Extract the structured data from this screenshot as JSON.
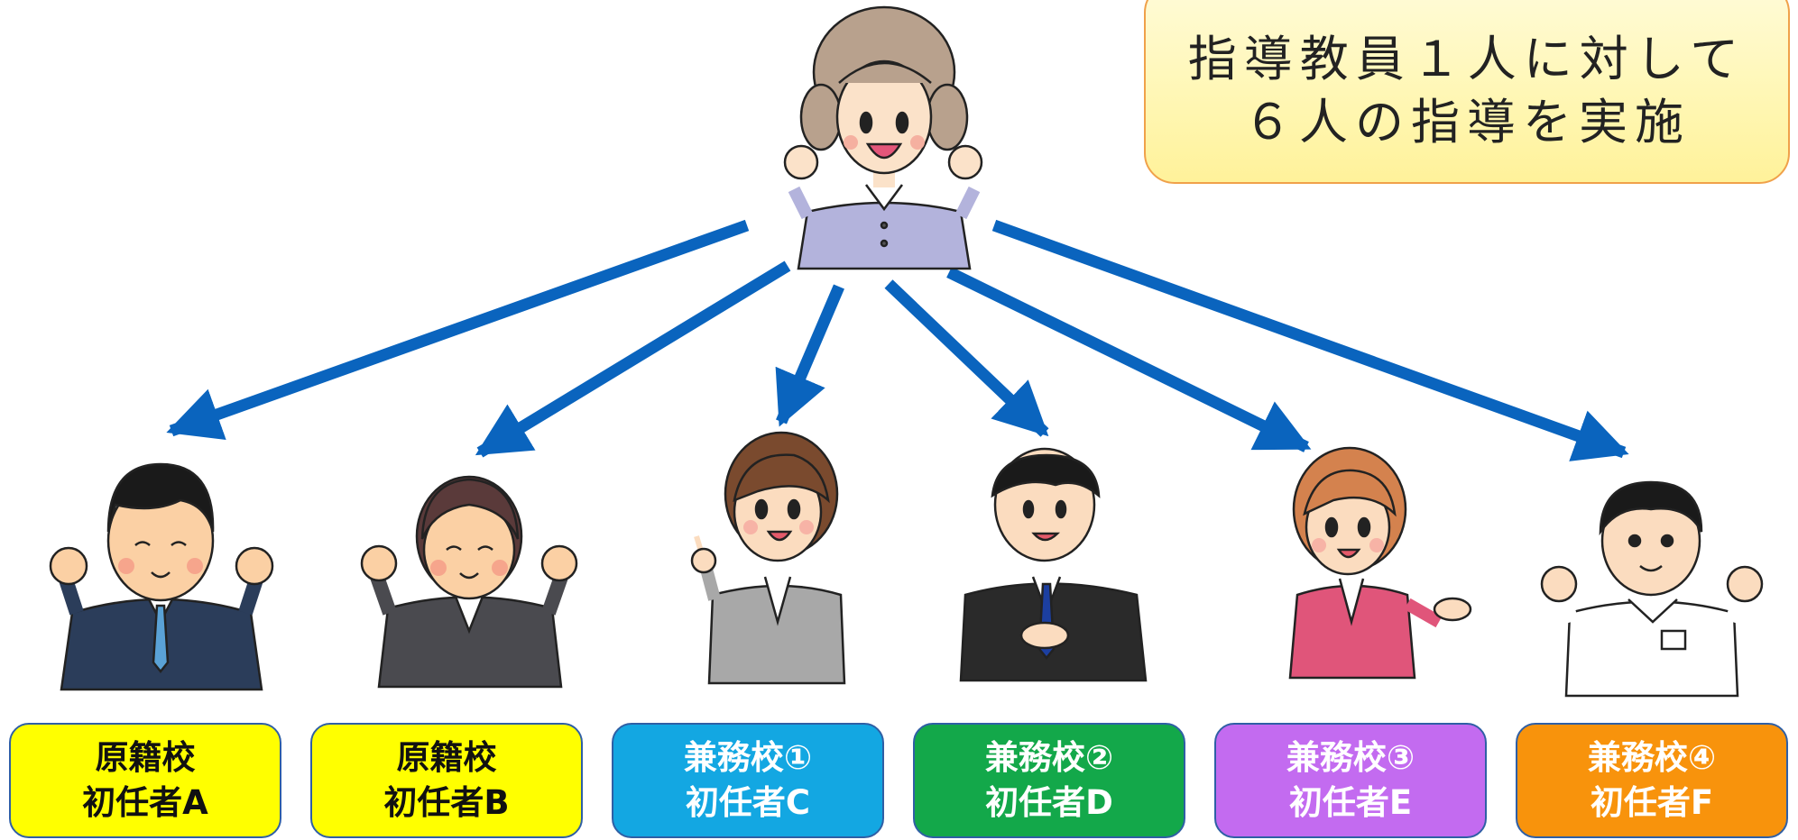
{
  "callout": {
    "line1": "指導教員１人に対して",
    "line2": "６人の指導を実施"
  },
  "mentor": {
    "role": "mentor-teacher"
  },
  "arrows": {
    "color": "#0a64be"
  },
  "trainees": [
    {
      "school": "原籍校",
      "name": "初任者A",
      "color": "#ffff00",
      "text_color": "#111111"
    },
    {
      "school": "原籍校",
      "name": "初任者B",
      "color": "#ffff00",
      "text_color": "#111111"
    },
    {
      "school": "兼務校①",
      "name": "初任者C",
      "color": "#13a7e2",
      "text_color": "#ffffff"
    },
    {
      "school": "兼務校②",
      "name": "初任者D",
      "color": "#13a84a",
      "text_color": "#ffffff"
    },
    {
      "school": "兼務校③",
      "name": "初任者E",
      "color": "#c36bf0",
      "text_color": "#ffffff"
    },
    {
      "school": "兼務校④",
      "name": "初任者F",
      "color": "#f8930c",
      "text_color": "#ffffff"
    }
  ]
}
